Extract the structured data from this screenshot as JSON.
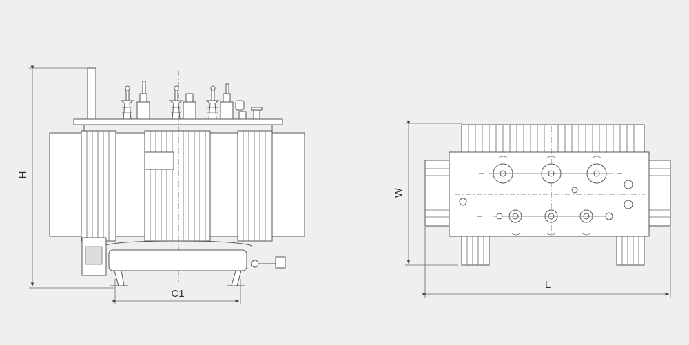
{
  "labels": {
    "height": "H",
    "center_distance": "C1",
    "width": "W",
    "length": "L"
  },
  "colors": {
    "background": "#efefef",
    "line": "#555555"
  }
}
